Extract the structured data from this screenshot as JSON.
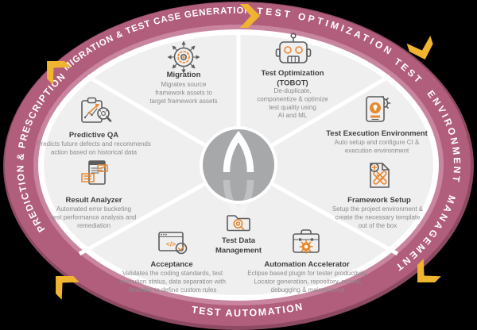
{
  "ring": {
    "labels": [
      {
        "id": "migration-test-case-generation",
        "position": "top-left",
        "text": "MIGRATION & TEST CASE GENERATION"
      },
      {
        "id": "test-optimization",
        "position": "top-right",
        "text": "TEST OPTIMIZATION"
      },
      {
        "id": "test-environment-management",
        "position": "right",
        "text": "TEST ENVIRONMENT MANAGEMENT"
      },
      {
        "id": "test-automation",
        "position": "bottom",
        "text": "TEST AUTOMATION"
      },
      {
        "id": "prediction-prescription",
        "position": "left",
        "text": "PREDICTION & PRESCRIPTION"
      }
    ],
    "chevrons": [
      {
        "position": "top-left",
        "direction": "up-left"
      },
      {
        "position": "top-center",
        "direction": "right"
      },
      {
        "position": "top-right",
        "direction": "down"
      },
      {
        "position": "bottom-right",
        "direction": "down-left"
      },
      {
        "position": "bottom-left",
        "direction": "up-left"
      }
    ],
    "colors": {
      "band": "#b15e7c",
      "band_edge": "#8e4a63",
      "band_inner_highlight": "#c9859f",
      "chevron": "#f0b431",
      "label_text": "#ffffff"
    }
  },
  "items": [
    {
      "id": "migration",
      "title": "Migration",
      "icon": "migration-gear-arrows-icon",
      "desc": [
        "Migrates source",
        "framework assets to",
        "target framework assets"
      ]
    },
    {
      "id": "test-optimization-tobot",
      "title_lines": [
        "Test Optimization",
        "(TOBOT)"
      ],
      "icon": "robot-icon",
      "desc": [
        "De-duplicate,",
        "componentize & optimize",
        "test quality using",
        "AI and ML"
      ]
    },
    {
      "id": "predictive-qa",
      "title": "Predictive QA",
      "icon": "clipboard-chart-magnifier-icon",
      "desc": [
        "Predicts future defects and recommends",
        "action based on historical data"
      ]
    },
    {
      "id": "test-execution-environment",
      "title": "Test Execution Environment",
      "icon": "device-gear-bulb-icon",
      "desc": [
        "Auto setup and configure CI &",
        "execution environment"
      ]
    },
    {
      "id": "result-analyzer",
      "title": "Result Analyzer",
      "icon": "report-documents-icon",
      "desc": [
        "Automated error bucketing",
        "test performance analysis and",
        "remediation"
      ]
    },
    {
      "id": "framework-setup",
      "title": "Framework Setup",
      "icon": "document-tools-icon",
      "desc": [
        "Setup the project environment &",
        "create the necessary template",
        "out of the box"
      ]
    },
    {
      "id": "acceptance",
      "title": "Acceptance",
      "icon": "code-window-check-icon",
      "desc": [
        "Validates the coding standards, test",
        "execution status, data separation with",
        "flexibility to define custom rules"
      ]
    },
    {
      "id": "test-data-management",
      "title_lines": [
        "Test Data",
        "Management"
      ],
      "icon": "folder-magnifier-icon",
      "desc": []
    },
    {
      "id": "automation-accelerator",
      "title": "Automation Accelerator",
      "icon": "toolbox-gear-icon",
      "desc": [
        "Eclipse based plugin for tester productivity.",
        "Locator generation, repository, record,",
        "debugging & maintenance"
      ]
    }
  ],
  "colors": {
    "background": "#000000",
    "interior": "#f0eff0",
    "divider": "#ffffff",
    "center_circle": "#a7a8aa",
    "icon_stroke": "#5b5c5e",
    "icon_accent": "#e8882f",
    "title_text": "#3e4041",
    "desc_text": "#8b8b8d"
  }
}
